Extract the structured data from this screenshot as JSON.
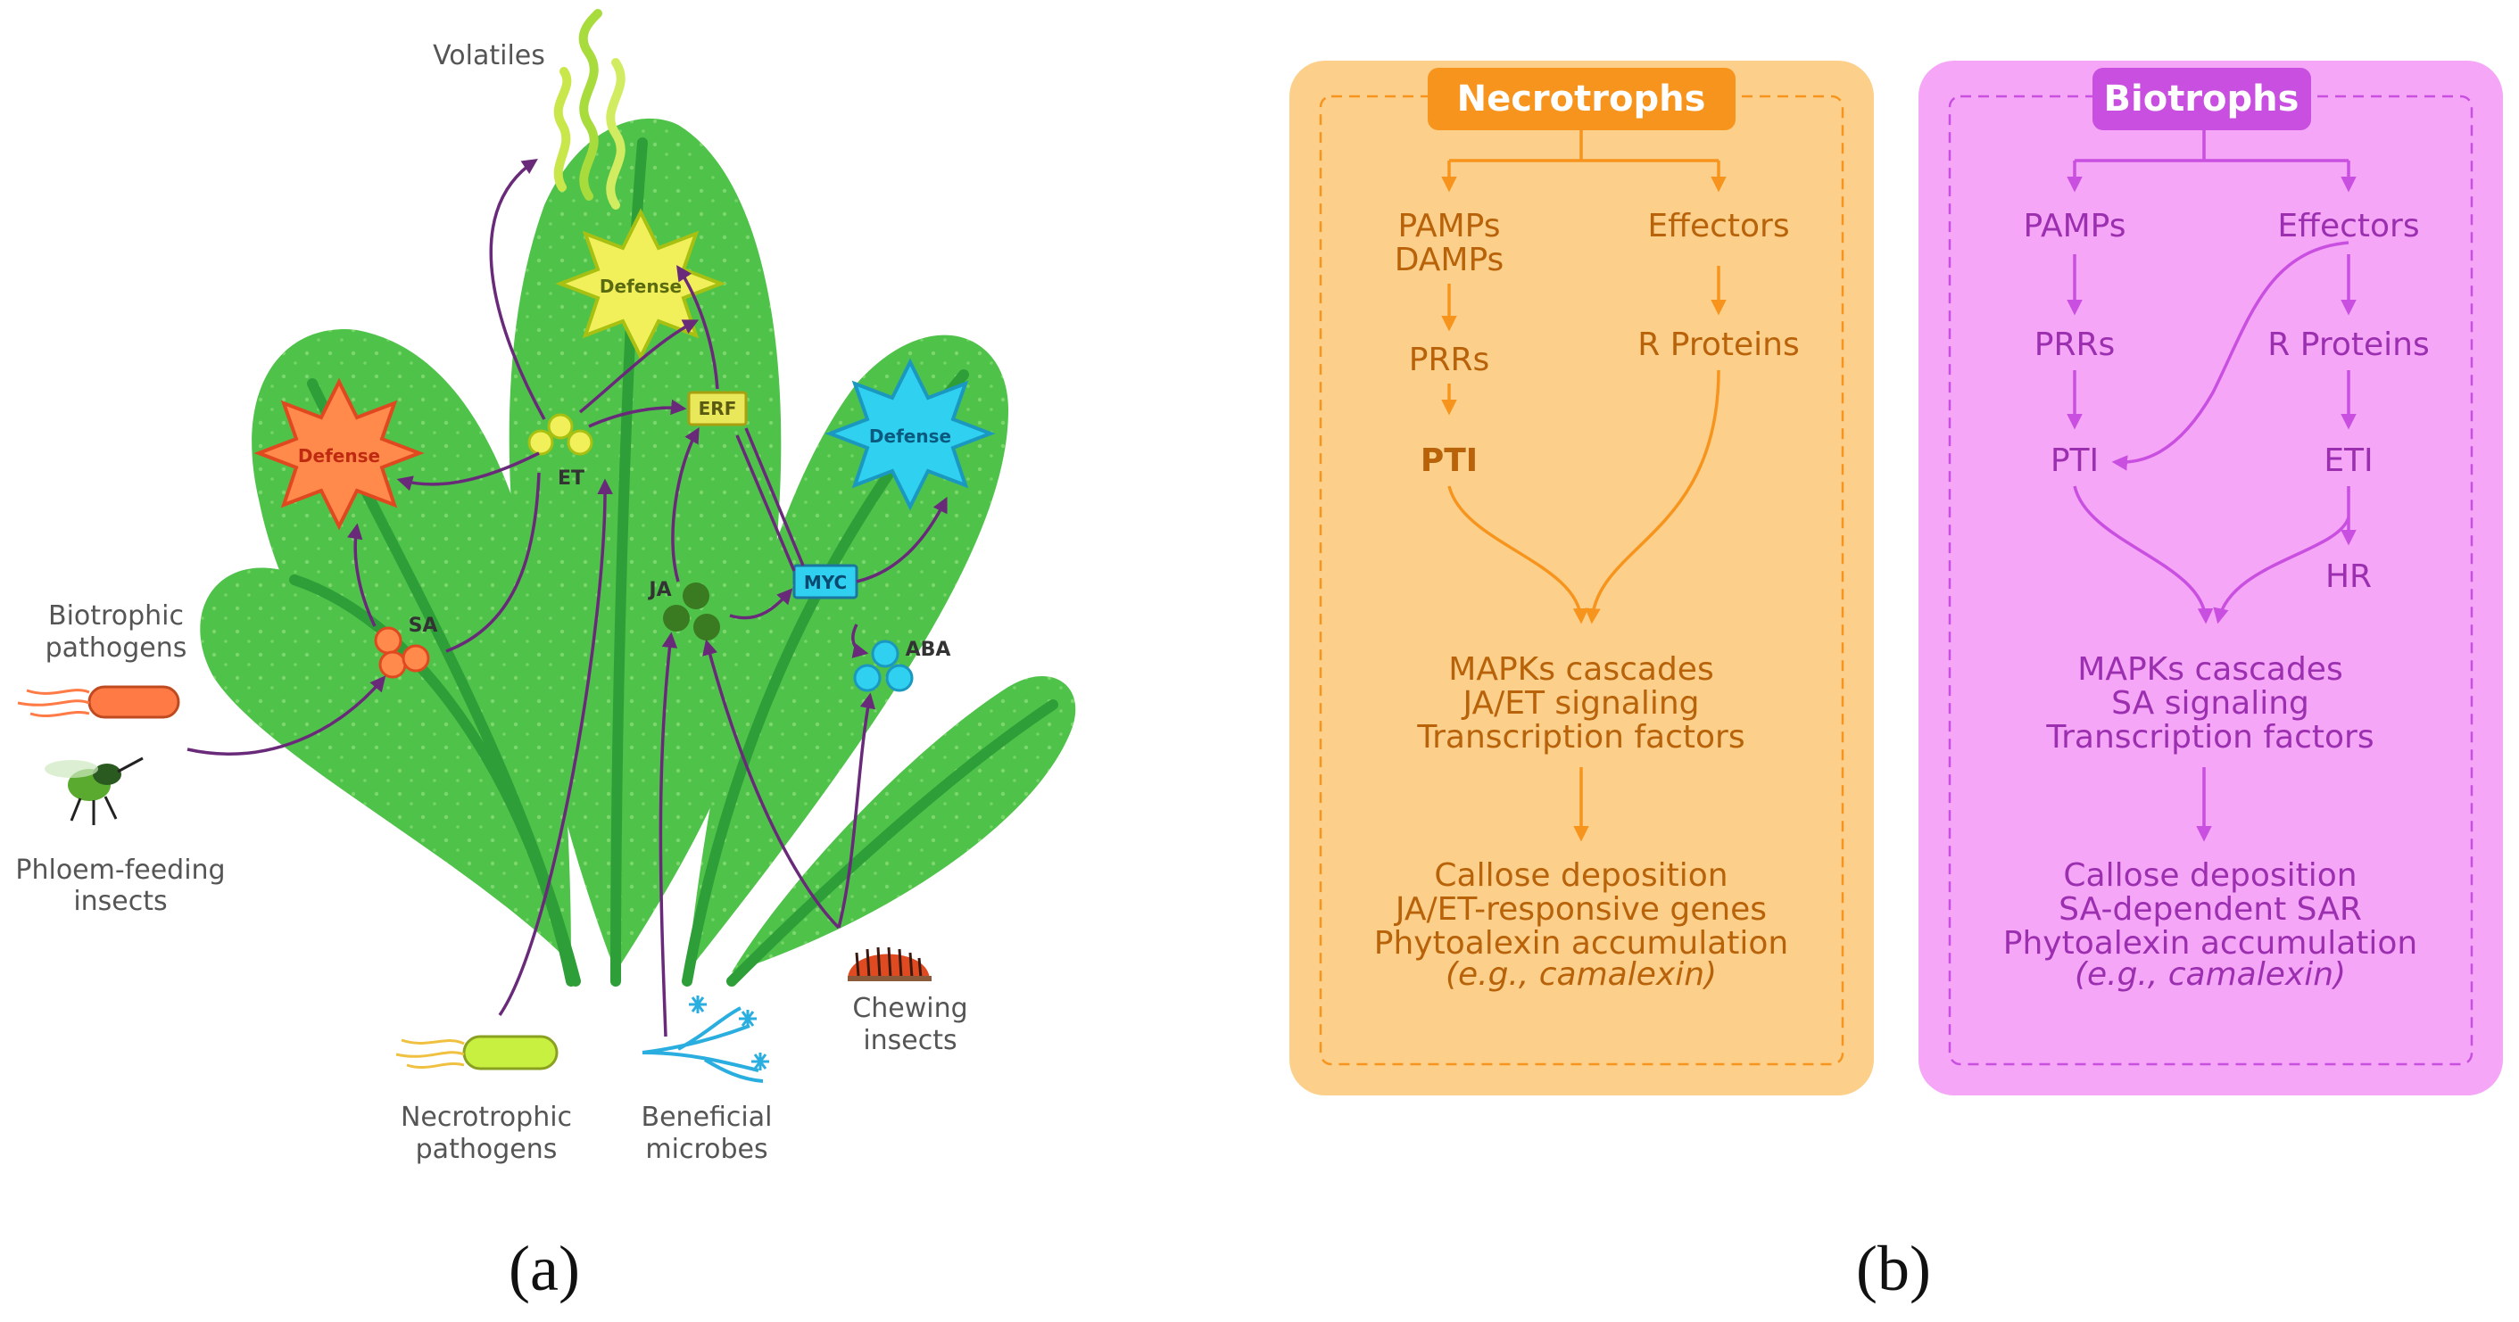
{
  "panel_a": {
    "label": "(a)",
    "volatiles": "Volatiles",
    "defense": "Defense",
    "hormones": {
      "et": "ET",
      "erf": "ERF",
      "sa": "SA",
      "ja": "JA",
      "myc": "MYC",
      "aba": "ABA"
    },
    "attackers": {
      "biotrophic": [
        "Biotrophic",
        "pathogens"
      ],
      "phloem": [
        "Phloem-feeding",
        "insects"
      ],
      "necrotrophic": [
        "Necrotrophic",
        "pathogens"
      ],
      "beneficial": [
        "Beneficial",
        "microbes"
      ],
      "chewing": [
        "Chewing",
        "insects"
      ]
    }
  },
  "panel_b": {
    "label": "(b)",
    "necrotrophs": {
      "title": "Necrotrophs",
      "pamps": "PAMPs",
      "damps": "DAMPs",
      "effectors": "Effectors",
      "prrs": "PRRs",
      "rproteins": "R Proteins",
      "pti": "PTI",
      "signaling": [
        "MAPKs cascades",
        "JA/ET signaling",
        "Transcription factors"
      ],
      "responses": [
        "Callose deposition",
        "JA/ET-responsive genes",
        "Phytoalexin accumulation"
      ],
      "example": "(e.g., camalexin)"
    },
    "biotrophs": {
      "title": "Biotrophs",
      "pamps": "PAMPs",
      "effectors": "Effectors",
      "prrs": "PRRs",
      "rproteins": "R Proteins",
      "pti": "PTI",
      "eti": "ETI",
      "hr": "HR",
      "signaling": [
        "MAPKs cascades",
        "SA signaling",
        "Transcription factors"
      ],
      "responses": [
        "Callose deposition",
        "SA-dependent SAR",
        "Phytoalexin accumulation"
      ],
      "example": "(e.g., camalexin)"
    }
  },
  "colors": {
    "leaf": "#4fc24a",
    "stem": "#2e9f38",
    "orange_box": "#fcd08a",
    "orange_accent": "#f7941d",
    "magenta_box": "#f5a6f7",
    "magenta_accent": "#c94fe0",
    "arrow_a": "#6a2a7a"
  }
}
